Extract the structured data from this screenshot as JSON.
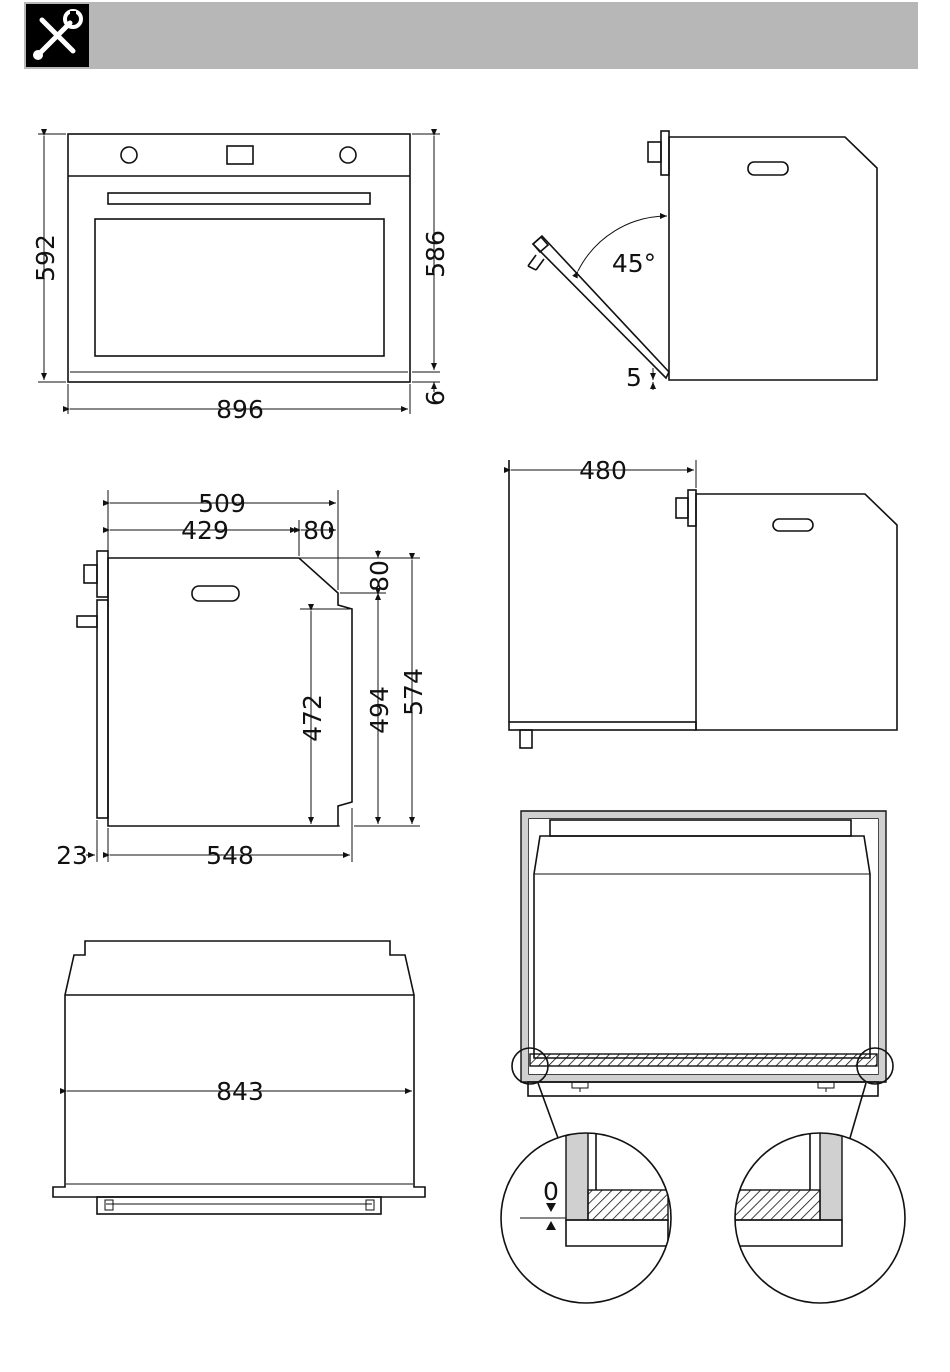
{
  "header": {
    "icon": "tools-icon"
  },
  "dimensions": {
    "front": {
      "height_total": "592",
      "height_door": "586",
      "gap_bottom": "6",
      "width": "896"
    },
    "door_open": {
      "angle": "45°",
      "gap": "5"
    },
    "side": {
      "depth_total": "509",
      "depth_body": "429",
      "depth_top_chamfer": "80",
      "chamfer_height": "80",
      "inner_height": "472",
      "body_height": "494",
      "total_height": "574",
      "front_thickness": "23",
      "body_depth": "548"
    },
    "side_recess": {
      "depth": "480"
    },
    "top": {
      "width": "843"
    },
    "detail": {
      "gap": "0"
    }
  }
}
